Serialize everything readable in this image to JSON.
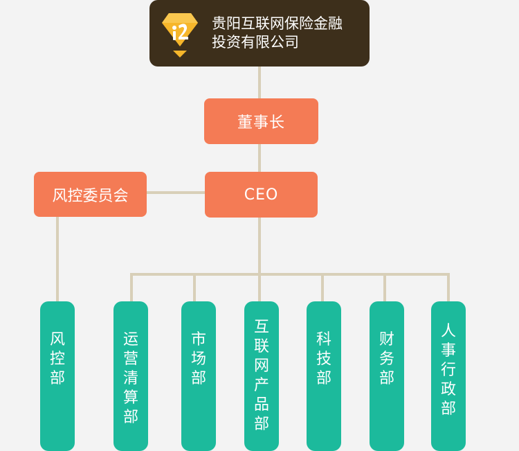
{
  "company": {
    "line1": "贵阳互联网保险金融",
    "line2": "投资有限公司",
    "logo_icon": "diamond-logo-icon"
  },
  "board": "董事长",
  "ceo": "CEO",
  "risk_committee": "风控委员会",
  "departments": [
    "风控部",
    "运营清算部",
    "市场部",
    "互联网产品部",
    "科技部",
    "财务部",
    "人事行政部"
  ],
  "colors": {
    "top_box": "#3d2f1b",
    "orange_box": "#f47b55",
    "green_box": "#1cba9c",
    "connector": "#d8cfb8",
    "background": "#f3f3f3"
  }
}
